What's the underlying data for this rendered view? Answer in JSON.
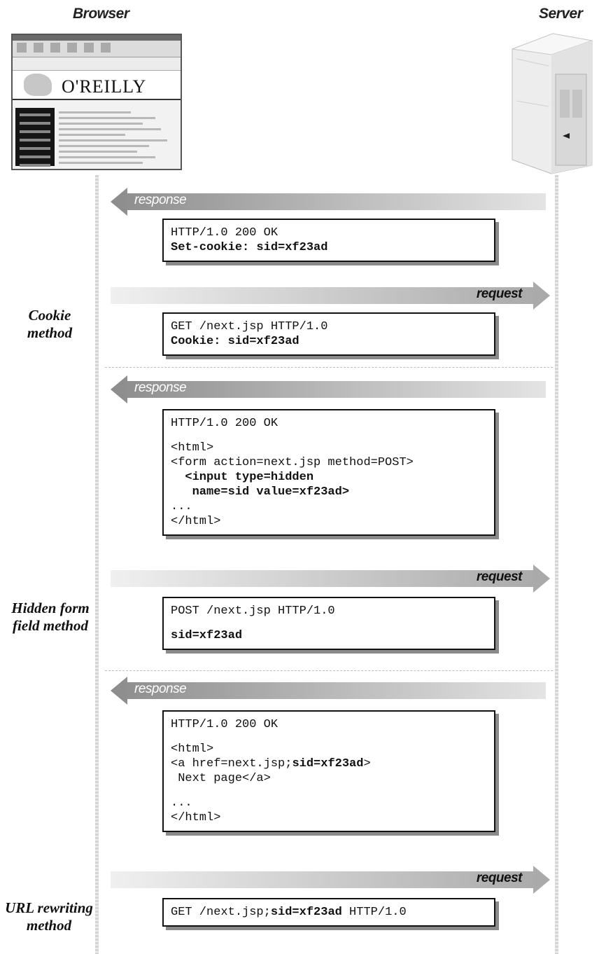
{
  "headers": {
    "browser": "Browser",
    "server": "Server"
  },
  "browser_thumbnail": {
    "logo_text": "O'REILLY"
  },
  "arrows": [
    {
      "direction": "response",
      "label": "response"
    },
    {
      "direction": "request",
      "label": "request"
    },
    {
      "direction": "response",
      "label": "response"
    },
    {
      "direction": "request",
      "label": "request"
    },
    {
      "direction": "response",
      "label": "response"
    },
    {
      "direction": "request",
      "label": "request"
    }
  ],
  "methods": {
    "cookie": [
      "Cookie",
      "method"
    ],
    "hidden_form": [
      "Hidden form",
      "field method"
    ],
    "url_rewriting": [
      "URL rewriting",
      "method"
    ]
  },
  "messages": {
    "cookie_response": [
      "HTTP/1.0 200 OK",
      "Set-cookie: sid=xf23ad"
    ],
    "cookie_request": [
      "GET /next.jsp HTTP/1.0",
      "Cookie: sid=xf23ad"
    ],
    "form_response": [
      "HTTP/1.0 200 OK",
      "",
      "<html>",
      "<form action=next.jsp method=POST>",
      "  <input type=hidden",
      "   name=sid value=xf23ad>",
      "...",
      "</html>"
    ],
    "form_request": [
      "POST /next.jsp HTTP/1.0",
      "",
      "sid=xf23ad"
    ],
    "url_response": {
      "status": "HTTP/1.0 200 OK",
      "html_open": "<html>",
      "anchor_prefix": "<a href=next.jsp;",
      "anchor_sid": "sid=xf23ad",
      "anchor_suffix": ">",
      "link_text": " Next page</a>",
      "ellipsis": "...",
      "html_close": "</html>"
    },
    "url_request": {
      "prefix": "GET /next.jsp;",
      "sid": "sid=xf23ad",
      "suffix": " HTTP/1.0"
    }
  },
  "colors": {
    "arrow_dark": "#8c8c8c",
    "arrow_light": "#e4e4e4",
    "box_border": "#111111",
    "shadow": "#8a8a8a"
  }
}
